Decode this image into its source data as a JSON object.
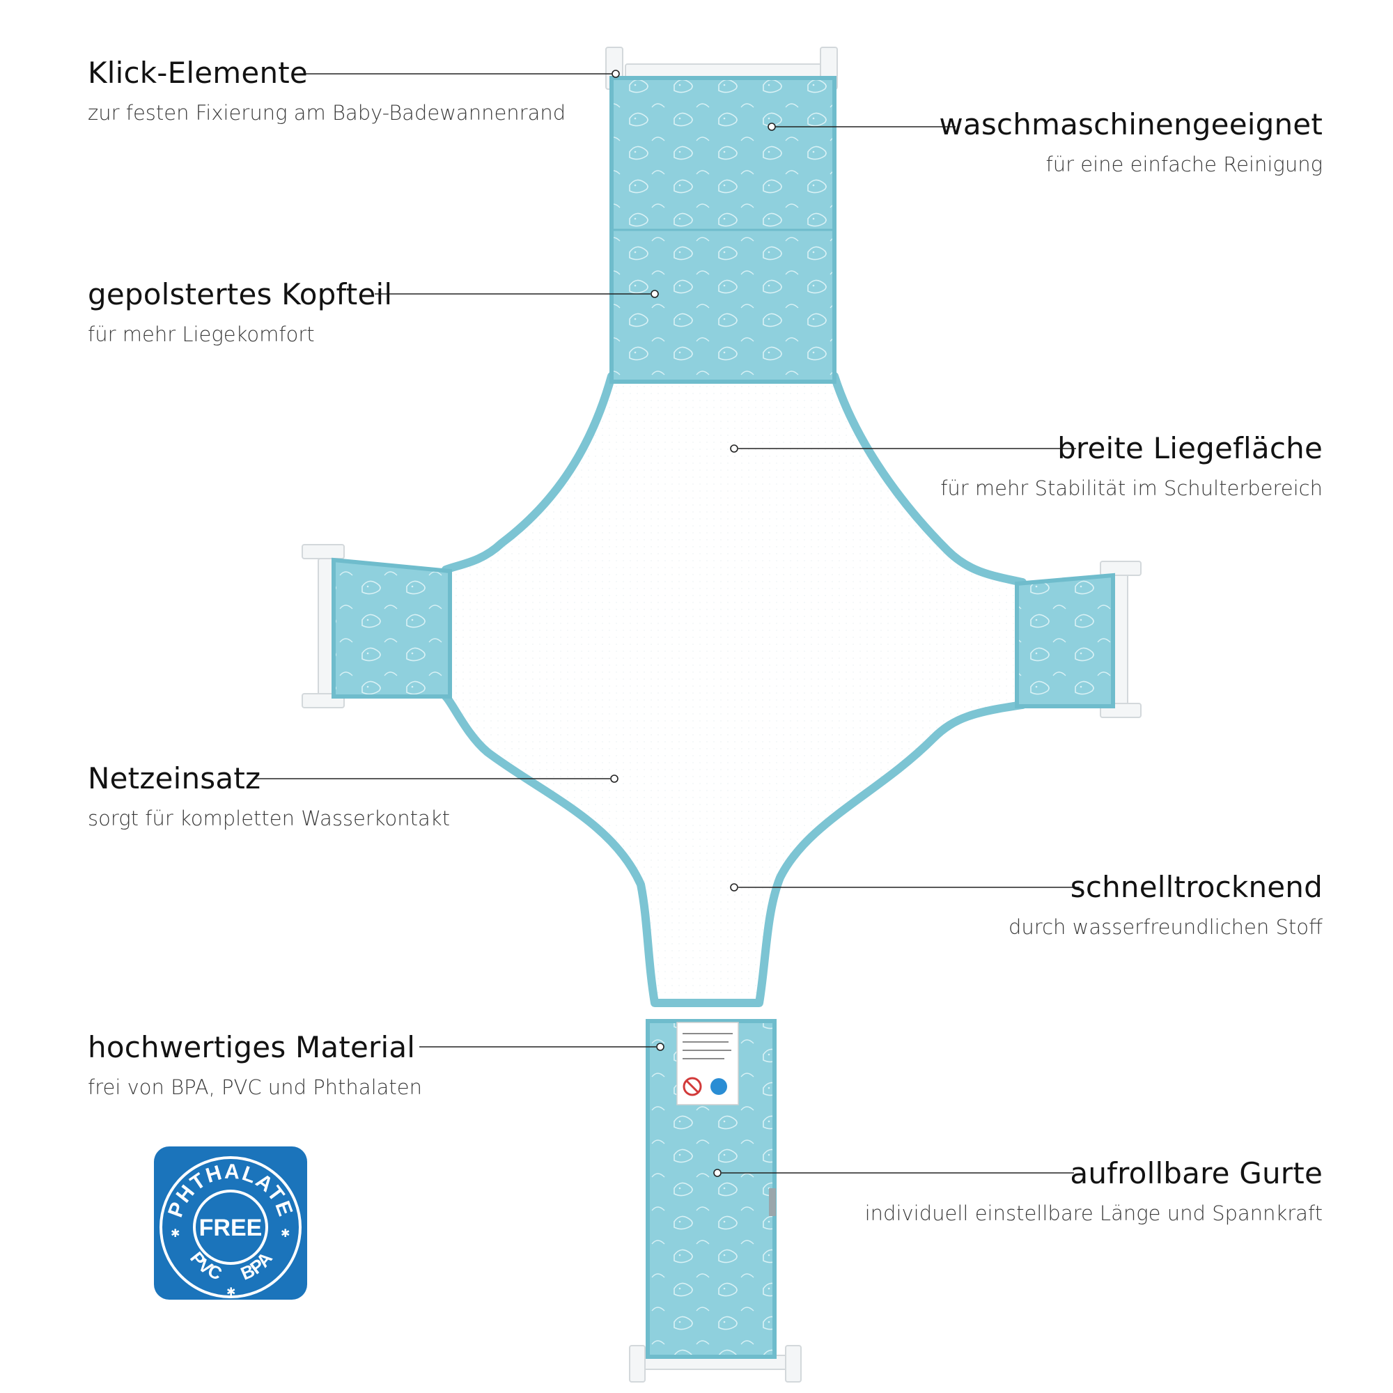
{
  "callouts": {
    "klick": {
      "title": "Klick-Elemente",
      "subtitle": "zur festen Fixierung am Baby-Badewannenrand"
    },
    "kopf": {
      "title": "gepolstertes Kopfteil",
      "subtitle": "für mehr Liegekomfort"
    },
    "netz": {
      "title": "Netzeinsatz",
      "subtitle": "sorgt für kompletten Wasserkontakt"
    },
    "material": {
      "title": "hochwertiges Material",
      "subtitle": "frei von BPA, PVC und Phthalaten"
    },
    "wasch": {
      "title": "waschmaschinengeeignet",
      "subtitle": "für eine einfache Reinigung"
    },
    "breit": {
      "title": "breite Liegefläche",
      "subtitle": "für mehr Stabilität im Schulterbereich"
    },
    "schnell": {
      "title": "schnelltrocknend",
      "subtitle": "durch wasserfreundlichen Stoff"
    },
    "gurte": {
      "title": "aufrollbare Gurte",
      "subtitle": "individuell einstellbare Länge und Spannkraft"
    }
  },
  "badge": {
    "center": "FREE",
    "top_arc": "PHTHALATE",
    "left_arc": "PVC",
    "right_arc": "BPA"
  },
  "colors": {
    "fabric": "#8fd0dd",
    "fabric_edge": "#6fbccc",
    "mesh": "#ffffff",
    "plastic": "#f4f6f7",
    "badge_blue": "#1b74bb",
    "line": "#222222"
  }
}
